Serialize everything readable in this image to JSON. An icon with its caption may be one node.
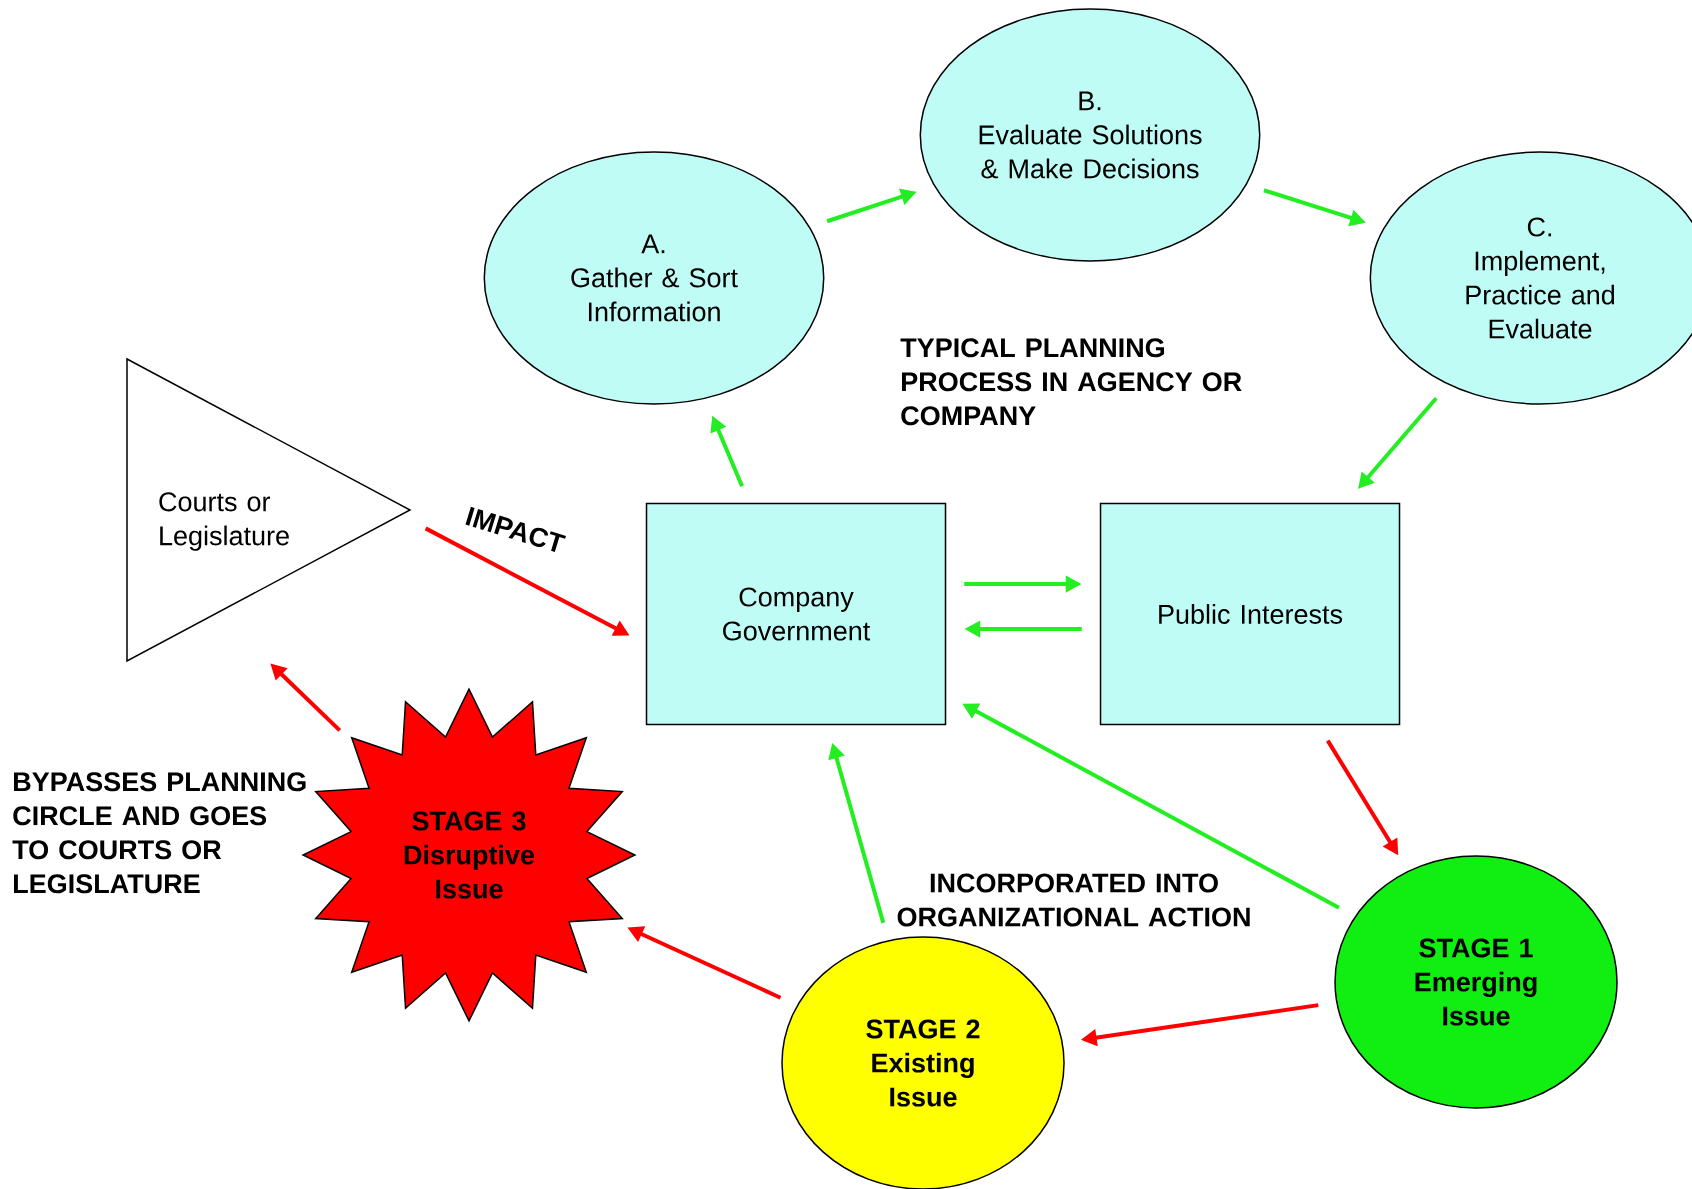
{
  "diagram": {
    "nodes": [
      {
        "text": [
          "Courts or Legislature"
        ]
      },
      {
        "text": [
          "A.",
          "Gather & Sort Information"
        ]
      },
      {
        "text": [
          "B.",
          "Evaluate Solutions & Make Decisions"
        ]
      },
      {
        "text": [
          "C.",
          "Implement, Practice and Evaluate"
        ]
      },
      {
        "text": [
          "Company Government"
        ]
      },
      {
        "text": [
          "Public Interests"
        ]
      },
      {
        "text": [
          "STAGE 3 Disruptive Issue"
        ]
      },
      {
        "text": [
          "STAGE 2 Existing Issue"
        ]
      },
      {
        "text": [
          "STAGE 1 Emerging Issue"
        ]
      }
    ],
    "edges": [
      {
        "from": 1,
        "to": 2,
        "arrow": "to"
      },
      {
        "from": 2,
        "to": 3,
        "arrow": "to"
      },
      {
        "from": 3,
        "to": 5,
        "arrow": "to"
      },
      {
        "from": 4,
        "to": 1,
        "arrow": "to"
      },
      {
        "from": 4,
        "to": 5,
        "arrow": "to"
      },
      {
        "from": 5,
        "to": 4,
        "arrow": "to"
      },
      {
        "from": 8,
        "to": 4,
        "arrow": "to"
      },
      {
        "from": 7,
        "to": 4,
        "arrow": "to"
      },
      {
        "from": 5,
        "to": 8,
        "arrow": "to",
        "color": "#ff0000"
      },
      {
        "from": 8,
        "to": 7,
        "arrow": "to",
        "color": "#ff0000"
      },
      {
        "from": 7,
        "to": 6,
        "arrow": "to",
        "color": "#ff0000"
      },
      {
        "from": 6,
        "to": 0,
        "arrow": "to",
        "color": "#ff0000"
      },
      {
        "from": 0,
        "to": 4,
        "arrow": "to",
        "label": "IMPACT",
        "color": "#ff0000"
      }
    ],
    "labels": [
      "TYPICAL PLANNING PROCESS IN AGENCY OR COMPANY",
      "BYPASSES PLANNING CIRCLE AND GOES TO COURTS OR LEGISLATURE",
      "INCORPORATED INTO ORGANIZATIONAL ACTION"
    ]
  }
}
